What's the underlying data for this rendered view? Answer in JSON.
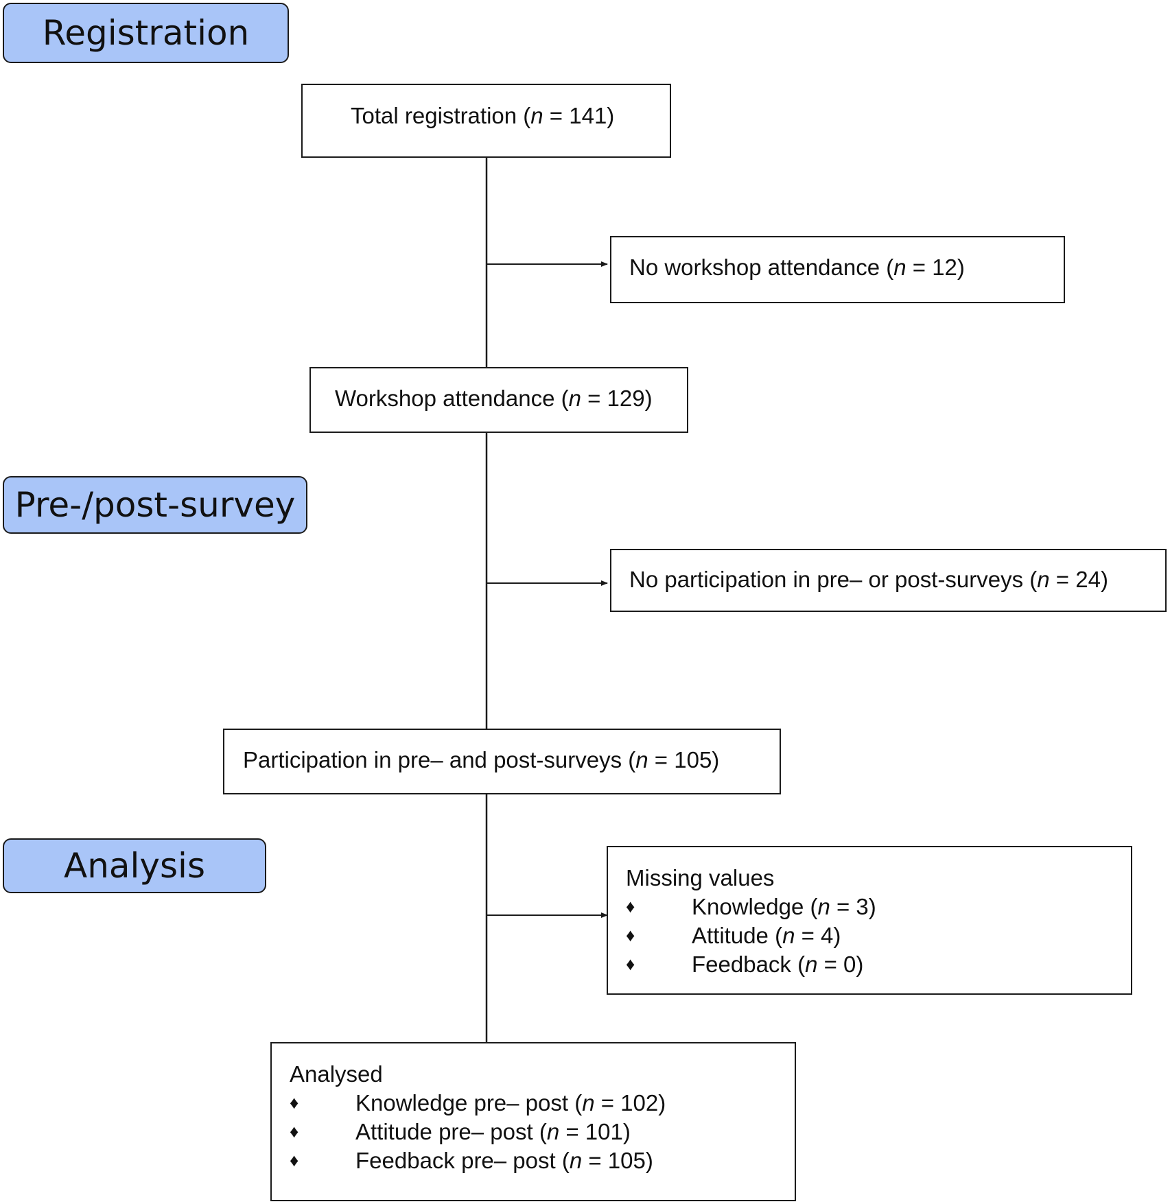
{
  "stages": {
    "registration": "Registration",
    "survey": "Pre-/post-survey",
    "analysis": "Analysis"
  },
  "boxes": {
    "total_registration": {
      "prefix": "Total registration (",
      "n_symbol": "n",
      "suffix": " = 141)"
    },
    "no_workshop": {
      "prefix": "No workshop attendance (",
      "n_symbol": "n",
      "suffix": " = 12)"
    },
    "workshop_attendance": {
      "prefix": "Workshop attendance (",
      "n_symbol": "n",
      "suffix": " = 129)"
    },
    "no_participation": {
      "prefix": "No participation in pre– or post-surveys (",
      "n_symbol": "n",
      "suffix": " = 24)"
    },
    "participation": {
      "prefix": "Participation in pre– and post-surveys (",
      "n_symbol": "n",
      "suffix": " = 105)"
    },
    "missing_values": {
      "title": "Missing values",
      "bullet": "♦",
      "items": [
        {
          "prefix": "Knowledge (",
          "n_symbol": "n",
          "suffix": " = 3)"
        },
        {
          "prefix": "Attitude (",
          "n_symbol": "n",
          "suffix": " = 4)"
        },
        {
          "prefix": "Feedback (",
          "n_symbol": "n",
          "suffix": " = 0)"
        }
      ]
    },
    "analysed": {
      "title": "Analysed",
      "bullet": "♦",
      "items": [
        {
          "prefix": "Knowledge pre– post (",
          "n_symbol": "n",
          "suffix": " = 102)"
        },
        {
          "prefix": "Attitude pre– post (",
          "n_symbol": "n",
          "suffix": " = 101)"
        },
        {
          "prefix": "Feedback pre– post (",
          "n_symbol": "n",
          "suffix": " = 105)"
        }
      ]
    }
  },
  "colors": {
    "stage_fill": "#a9c5f8",
    "stroke": "#1a1a1a"
  }
}
